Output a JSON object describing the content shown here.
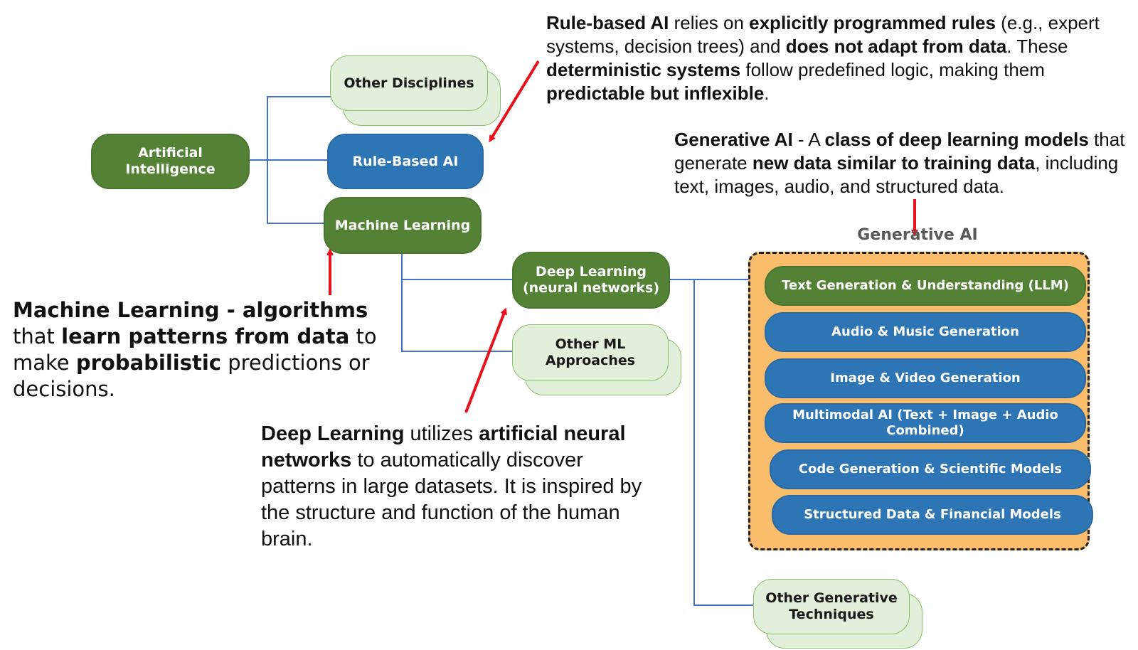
{
  "nodes": {
    "artificial_intelligence": "Artificial Intelligence",
    "other_disciplines": "Other Disciplines",
    "rule_based_ai": "Rule-Based AI",
    "machine_learning": "Machine Learning",
    "deep_learning": "Deep Learning\n(neural networks)",
    "other_ml": "Other ML\nApproaches",
    "other_generative": "Other Generative\nTechniques"
  },
  "generative_ai": {
    "title": "Generative AI",
    "items": [
      "Text Generation & Understanding (LLM)",
      "Audio & Music Generation",
      "Image & Video Generation",
      "Multimodal AI (Text + Image + Audio\nCombined)",
      "Code Generation & Scientific Models",
      "Structured Data & Financial Models"
    ]
  },
  "notes": {
    "rule_based": [
      {
        "t": "Rule-based AI",
        "b": true
      },
      {
        "t": " relies on ",
        "b": false
      },
      {
        "t": "explicitly programmed rules",
        "b": true
      },
      {
        "t": " (e.g., expert systems, decision trees) and ",
        "b": false
      },
      {
        "t": "does not adapt from data",
        "b": true
      },
      {
        "t": ". These ",
        "b": false
      },
      {
        "t": "deterministic systems",
        "b": true
      },
      {
        "t": " follow predefined logic, making them ",
        "b": false
      },
      {
        "t": "predictable but inflexible",
        "b": true
      },
      {
        "t": ".",
        "b": false
      }
    ],
    "generative": [
      {
        "t": "Generative AI",
        "b": true
      },
      {
        "t": " - A ",
        "b": false
      },
      {
        "t": "class of deep learning models",
        "b": true
      },
      {
        "t": " that generate ",
        "b": false
      },
      {
        "t": "new data similar to training data",
        "b": true
      },
      {
        "t": ", including text, images, audio, and structured data.",
        "b": false
      }
    ],
    "machine_learning": [
      {
        "t": "Machine Learning - algorithms",
        "b": true
      },
      {
        "t": " that ",
        "b": false
      },
      {
        "t": "learn patterns from data",
        "b": true
      },
      {
        "t": " to make ",
        "b": false
      },
      {
        "t": "probabilistic",
        "b": true
      },
      {
        "t": " predictions or decisions.",
        "b": false
      }
    ],
    "deep_learning": [
      {
        "t": "Deep Learning",
        "b": true
      },
      {
        "t": " utilizes ",
        "b": false
      },
      {
        "t": "artificial neural networks",
        "b": true
      },
      {
        "t": " to automatically discover patterns in large datasets. It is inspired by the structure and function of the human brain.",
        "b": false
      }
    ]
  },
  "colors": {
    "green": "#548235",
    "blue": "#2e75b6",
    "pale_green": "#e2efda",
    "orange": "#f9bd6b",
    "connector": "#4472c4",
    "arrow": "#e8101a"
  }
}
